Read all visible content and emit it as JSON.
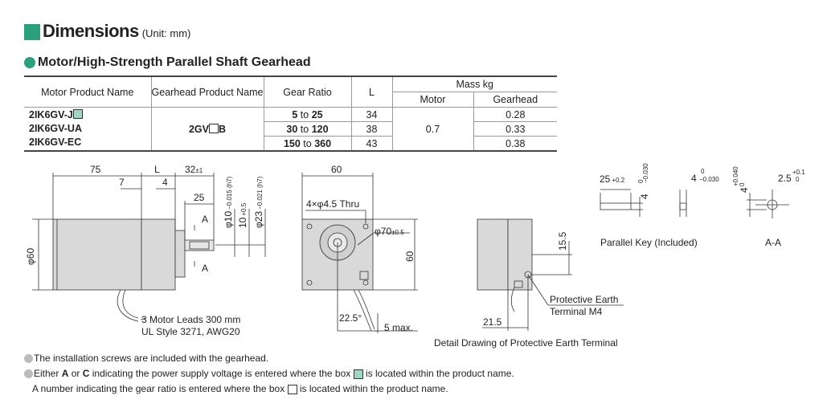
{
  "header": {
    "title": "Dimensions",
    "unit": "(Unit: mm)",
    "section": "Motor/High-Strength Parallel Shaft Gearhead"
  },
  "table": {
    "headers": {
      "motor_name": "Motor Product Name",
      "gearhead_name": "Gearhead Product Name",
      "gear_ratio": "Gear Ratio",
      "l": "L",
      "mass": "Mass kg",
      "mass_motor": "Motor",
      "mass_gearhead": "Gearhead"
    },
    "motor_names": [
      "2IK6GV-J",
      "2IK6GV-UA",
      "2IK6GV-EC"
    ],
    "gearhead_prefix": "2GV",
    "gearhead_suffix": "B",
    "rows": [
      {
        "from": "5",
        "to_word": "to",
        "to": "25",
        "l": "34",
        "gearhead_mass": "0.28"
      },
      {
        "from": "30",
        "to_word": "to",
        "to": "120",
        "l": "38",
        "gearhead_mass": "0.33"
      },
      {
        "from": "150",
        "to_word": "to",
        "to": "360",
        "l": "43",
        "gearhead_mass": "0.38"
      }
    ],
    "motor_mass": "0.7"
  },
  "drawing": {
    "d75": "75",
    "dL": "L",
    "d32": "32",
    "d32tol": "±1",
    "d7": "7",
    "d4": "4",
    "d25": "25",
    "secA": "A",
    "phi60": "φ60",
    "shaft1": "φ10",
    "shaft1tol": "−0.015 (h7)",
    "shaft1top": "0",
    "d10": "10",
    "d10tol": "+0.5",
    "shaft2": "φ23",
    "shaft2tol": "−0.021 (h7)",
    "shaft2top": "0",
    "leads1": "3 Motor Leads 300 mm",
    "leads2": "UL Style 3271, AWG20",
    "d60top": "60",
    "thru": "4×φ4.5 Thru",
    "phi70": "φ70",
    "phi70tol": "±0.5",
    "d60side": "60",
    "ang": "22.5°",
    "max5": "5 max.",
    "d155": "15.5",
    "pe1": "Protective Earth",
    "pe2": "Terminal M4",
    "d215": "21.5",
    "detail_caption": "Detail Drawing of Protective Earth Terminal",
    "key25": "25",
    "key25tol": "+0.2",
    "key4": "4",
    "key4top": "0",
    "key4tol": "−0.030",
    "key4b": "4",
    "key4btop": "0",
    "key4btol": "−0.030",
    "aa4": "4",
    "aa4top": "+0.040",
    "aa4bot": "0",
    "aa25": "2.5",
    "aa25top": "+0.1",
    "aa25bot": "0",
    "key_caption": "Parallel Key (Included)",
    "aa_caption": "A-A"
  },
  "notes": {
    "n1": "The installation screws are included with the gearhead.",
    "n2a": "Either",
    "n2A": "A",
    "n2or": "or",
    "n2C": "C",
    "n2b": "indicating the power supply voltage is entered where the box",
    "n2c": "is located within the product name.",
    "n3a": "A number indicating the gear ratio is entered where the box",
    "n3b": "is located within the product name."
  },
  "colors": {
    "accent": "#2aa07c",
    "box_fill": "#9fd7c6",
    "body": "#d9d9d9"
  }
}
